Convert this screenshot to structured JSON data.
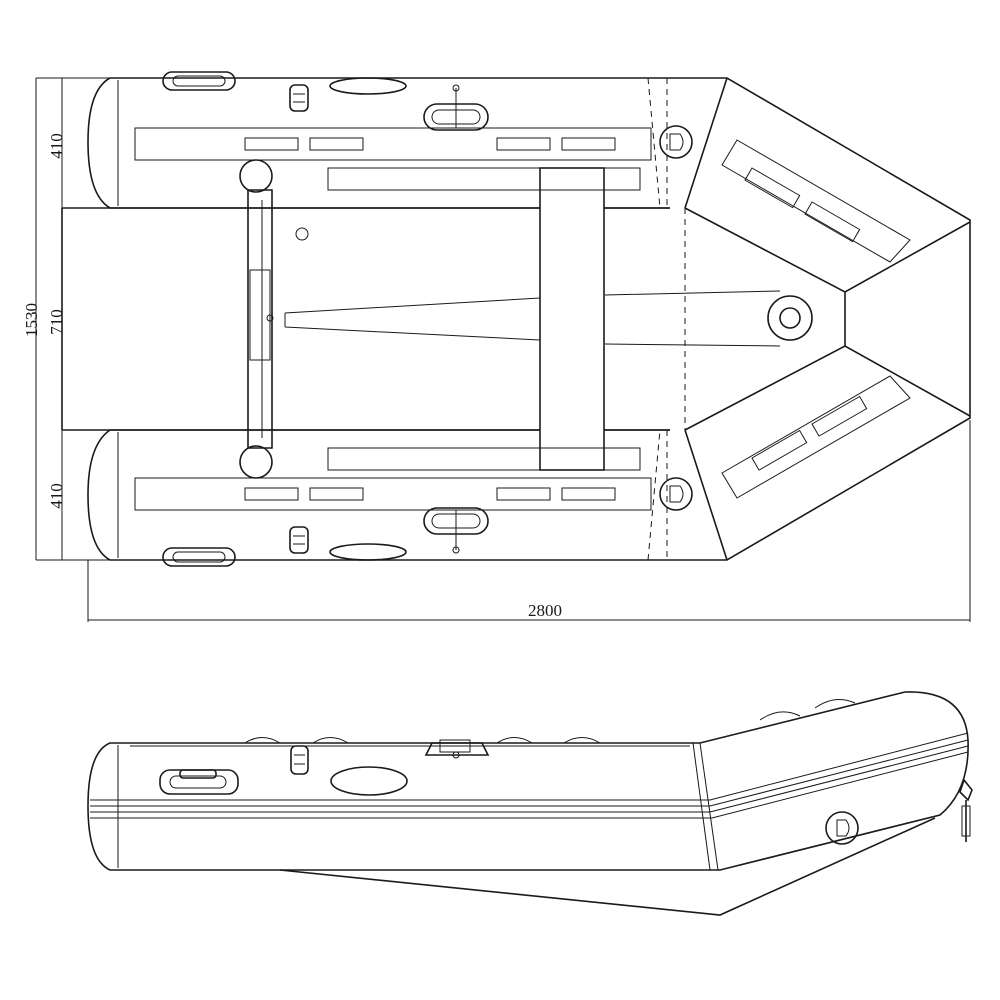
{
  "dimensions": {
    "tube_width_top": "410",
    "floor_width": "710",
    "overall_width": "1530",
    "tube_width_bottom": "410",
    "overall_length": "2800"
  }
}
